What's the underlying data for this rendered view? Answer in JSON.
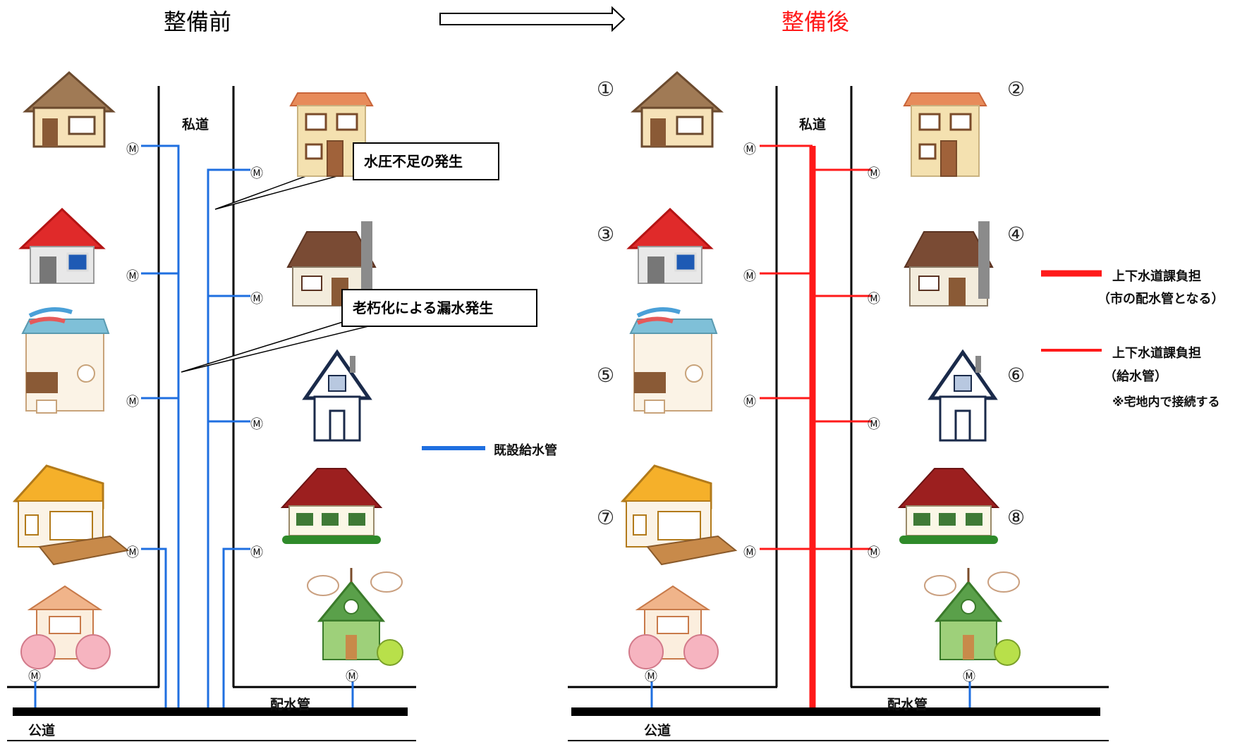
{
  "titles": {
    "before": "整備前",
    "after": "整備後"
  },
  "labels": {
    "private_road": "私道",
    "public_road": "公道",
    "distribution_pipe": "配水管",
    "meter": "Ⓜ"
  },
  "callouts": {
    "low_pressure": "水圧不足の発生",
    "leak": "老朽化による漏水発生"
  },
  "legend": {
    "existing_pipe": "既設給水管",
    "city_main_line1": "上下水道課負担",
    "city_main_line2": "（市の配水管となる）",
    "service_line1": "上下水道課負担",
    "service_line2": "（給水管）",
    "service_line3": "※宅地内で接続する"
  },
  "house_numbers": [
    "①",
    "②",
    "③",
    "④",
    "⑤",
    "⑥",
    "⑦",
    "⑧"
  ],
  "colors": {
    "existing_pipe": "#1f6fe0",
    "new_pipe": "#ff1a1a",
    "title_after": "#ff1a1a",
    "road": "#000000"
  }
}
